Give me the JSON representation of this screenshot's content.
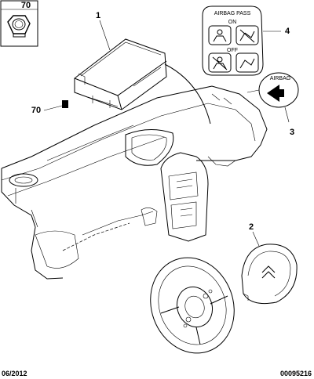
{
  "callouts": {
    "nut_ref": "70",
    "airbag_module_ref": "1",
    "clip_ref": "70",
    "switch_panel_ref": "4",
    "indicator_ref": "3",
    "steering_airbag_ref": "2"
  },
  "switch_panel": {
    "title": "AIRBAG PASS",
    "on_label": "ON",
    "off_label": "OFF"
  },
  "indicator_badge": {
    "text": "AIRBAG"
  },
  "footer": {
    "date": "06/2012",
    "reference": "00095216"
  }
}
